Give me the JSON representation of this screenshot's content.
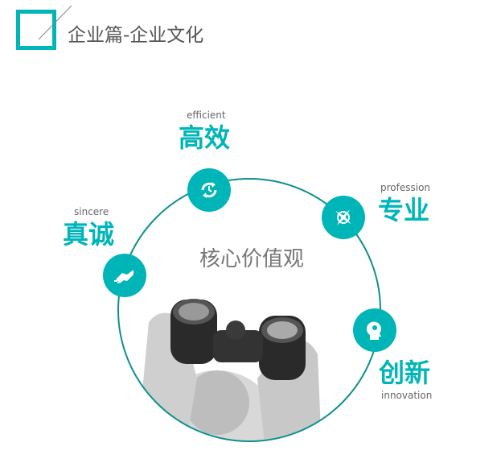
{
  "header": {
    "title": "企业篇-企业文化"
  },
  "center": {
    "label": "核心价值观"
  },
  "values": [
    {
      "en": "efficient",
      "zh": "高效",
      "icon": "refresh-clock-icon"
    },
    {
      "en": "profession",
      "zh": "专业",
      "icon": "compass-icon"
    },
    {
      "en": "sincere",
      "zh": "真诚",
      "icon": "handshake-icon"
    },
    {
      "en": "innovation",
      "zh": "创新",
      "icon": "head-idea-icon"
    }
  ],
  "colors": {
    "accent": "#00b5b8",
    "ring": "#0e8f8f",
    "text": "#555555"
  }
}
